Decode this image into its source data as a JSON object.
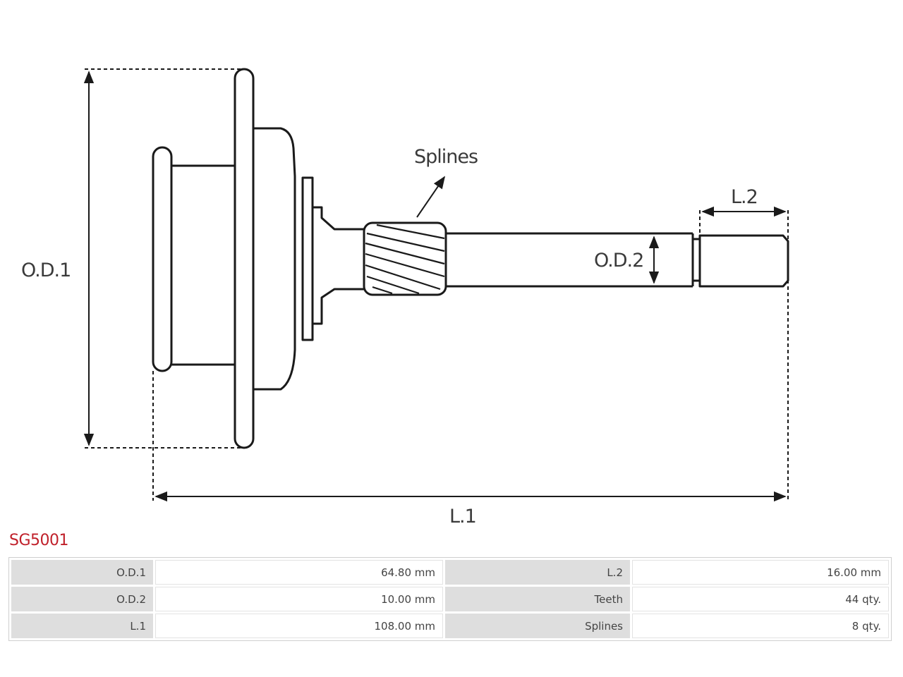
{
  "drawing": {
    "labels": {
      "od1": "O.D.1",
      "od2": "O.D.2",
      "l1": "L.1",
      "l2": "L.2",
      "splines": "Splines"
    }
  },
  "part_number": "SG5001",
  "specs": {
    "rows": [
      {
        "k1": "O.D.1",
        "v1": "64.80 mm",
        "k2": "L.2",
        "v2": "16.00 mm"
      },
      {
        "k1": "O.D.2",
        "v1": "10.00 mm",
        "k2": "Teeth",
        "v2": "44 qty."
      },
      {
        "k1": "L.1",
        "v1": "108.00 mm",
        "k2": "Splines",
        "v2": "8 qty."
      }
    ]
  }
}
